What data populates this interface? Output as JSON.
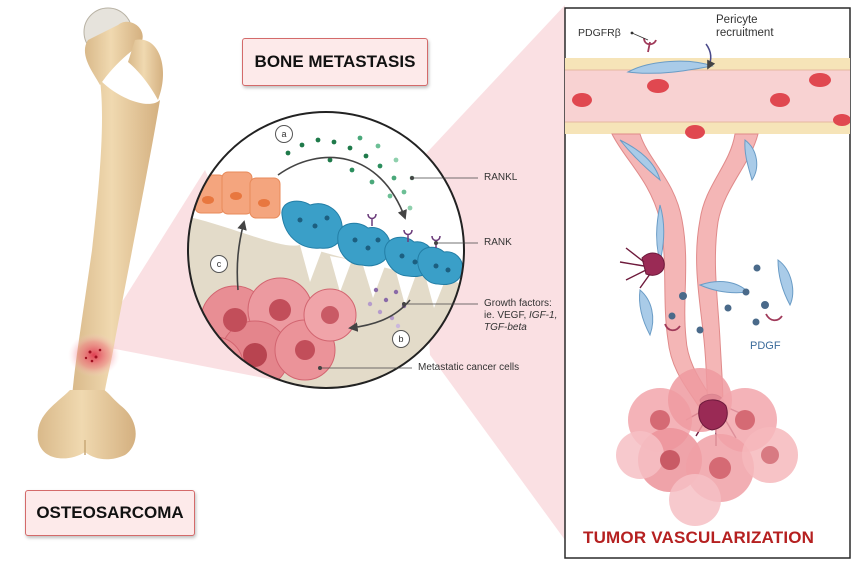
{
  "titles": {
    "bone_metastasis": "BONE METASTASIS",
    "osteosarcoma": "OSTEOSARCOMA",
    "tumor_vascularization": "TUMOR VASCULARIZATION"
  },
  "callouts": {
    "a": "a",
    "b": "b",
    "c": "c"
  },
  "labels": {
    "rankl": "RANKL",
    "rank": "RANK",
    "growth_line1": "Growth factors:",
    "growth_line2_prefix": "ie. VEGF, ",
    "growth_line2_italic": "IGF-1,",
    "growth_line3": "TGF-beta",
    "metastatic": "Metastatic cancer cells",
    "pdgfrb": "PDGFRβ",
    "pericyte_line1": "Pericyte",
    "pericyte_line2": "recruitment",
    "pdgf": "PDGF"
  },
  "colors": {
    "title_red": "#b52020",
    "title_box_fill": "#fdeaea",
    "bone": "#e9cfa2",
    "osteoblast": "#f4a57e",
    "osteoclast": "#3a9fc8",
    "rankl_dot": "#1f7a4a",
    "growth_dot": "#8a6aa8",
    "tumor": "#e88e94",
    "vessel": "#f4b6b6",
    "pericyte": "#a9cbe8",
    "panel_border": "#2a2a2a"
  }
}
